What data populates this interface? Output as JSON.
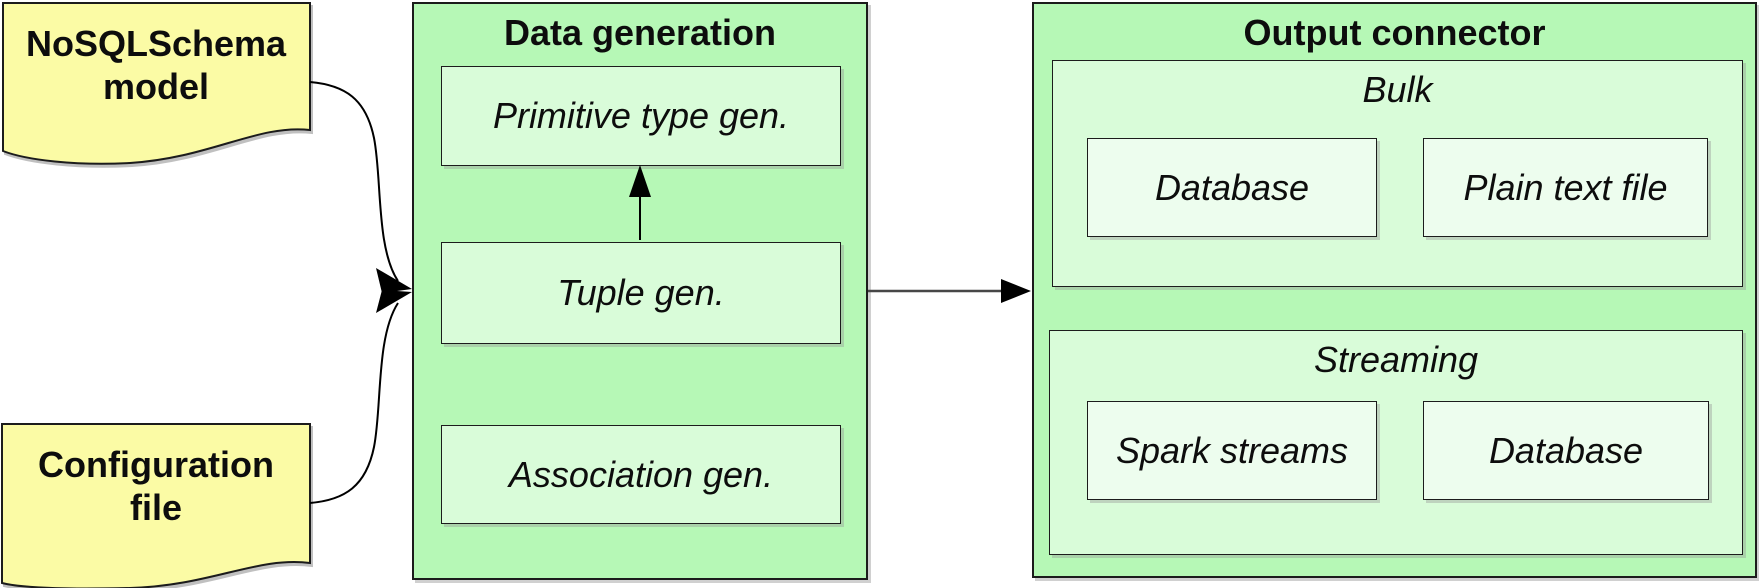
{
  "diagram": {
    "documents": {
      "nosqlschema": {
        "line1": "NoSQLSchema",
        "line2": "model"
      },
      "configuration": {
        "line1": "Configuration",
        "line2": "file"
      }
    },
    "data_generation": {
      "title": "Data generation",
      "modules": {
        "primitive": "Primitive type gen.",
        "tuple": "Tuple gen.",
        "association": "Association gen."
      }
    },
    "output_connector": {
      "title": "Output connector",
      "bulk": {
        "title": "Bulk",
        "items": {
          "database": "Database",
          "plain_text_file": "Plain text file"
        }
      },
      "streaming": {
        "title": "Streaming",
        "items": {
          "spark_streams": "Spark streams",
          "database": "Database"
        }
      }
    },
    "colors": {
      "container_green": "#b6f8b6",
      "section_green": "#d9fcd9",
      "leaf_green": "#edfdee",
      "document_yellow": "#fbfba5",
      "border": "#1c1c1c",
      "connector": "#000000"
    }
  }
}
